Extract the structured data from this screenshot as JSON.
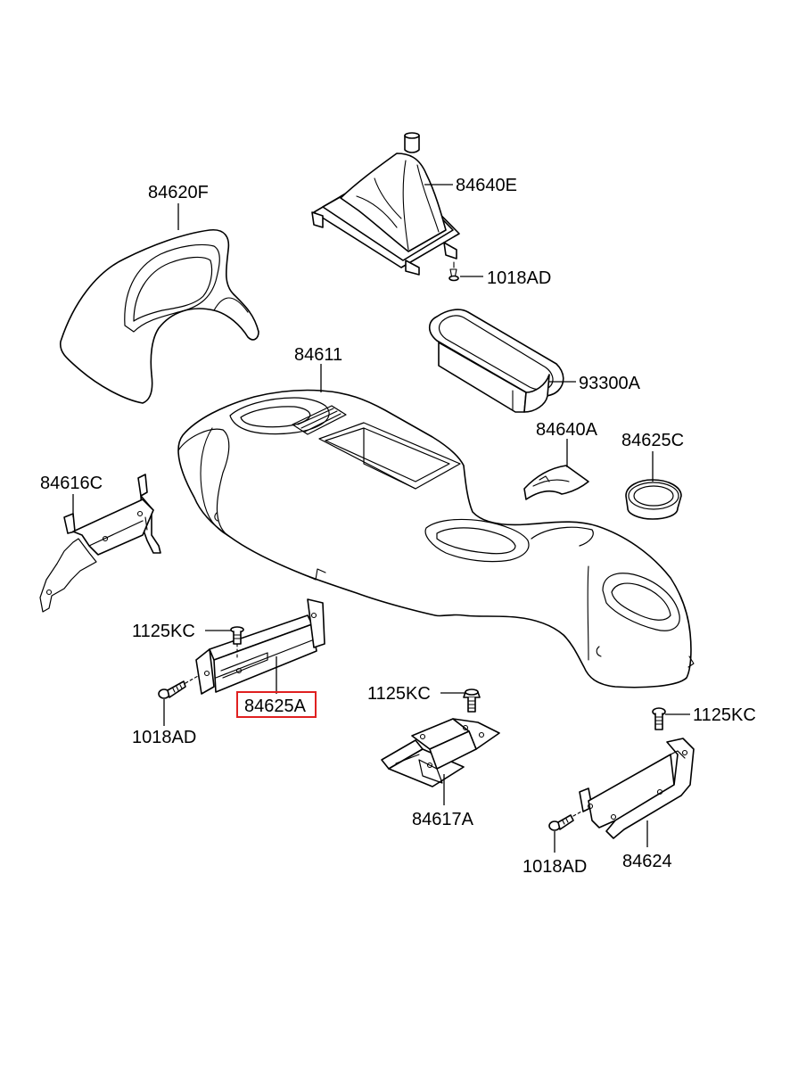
{
  "colors": {
    "line": "#000000",
    "background": "#ffffff",
    "highlight": "#e02020"
  },
  "highlighted_part": "84625A",
  "labels": {
    "p84620F": "84620F",
    "p84640E": "84640E",
    "p1018AD_top": "1018AD",
    "p84611": "84611",
    "p93300A": "93300A",
    "p84640A": "84640A",
    "p84625C": "84625C",
    "p84616C": "84616C",
    "p1125KC_left": "1125KC",
    "p1018AD_left": "1018AD",
    "p84625A": "84625A",
    "p1125KC_mid": "1125KC",
    "p84617A": "84617A",
    "p1125KC_right": "1125KC",
    "p1018AD_right": "1018AD",
    "p84624": "84624"
  }
}
